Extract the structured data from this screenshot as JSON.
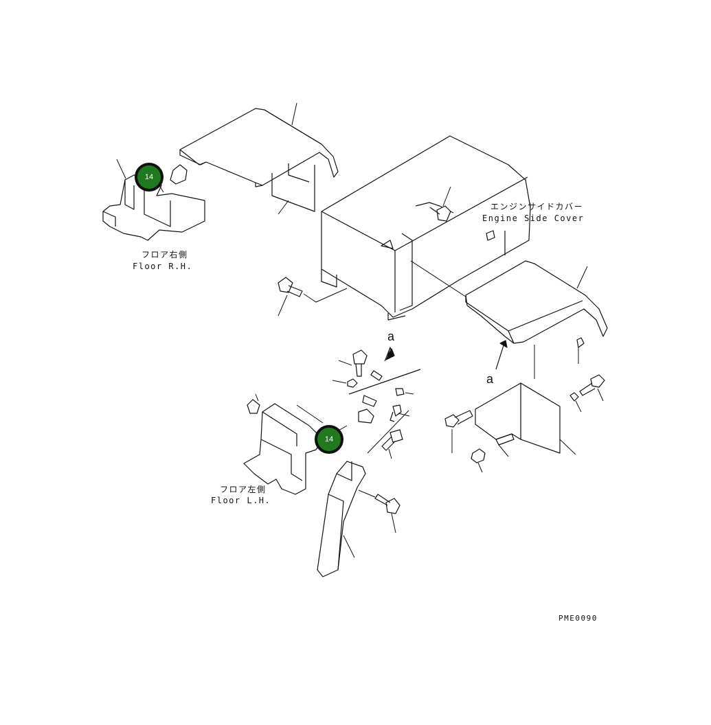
{
  "labels": {
    "floor_rh_jp": "フロア右側",
    "floor_rh_en": "Floor R.H.",
    "floor_lh_jp": "フロア左側",
    "floor_lh_en": "Floor L.H.",
    "engine_cover_jp": "エンジンサイドカバー",
    "engine_cover_en": "Engine Side Cover",
    "view_marker": "a",
    "drawing_code": "PME0090"
  },
  "callouts": [
    {
      "number": "14",
      "color": "#1f7a1f"
    },
    {
      "number": "14",
      "color": "#1f7a1f"
    }
  ]
}
